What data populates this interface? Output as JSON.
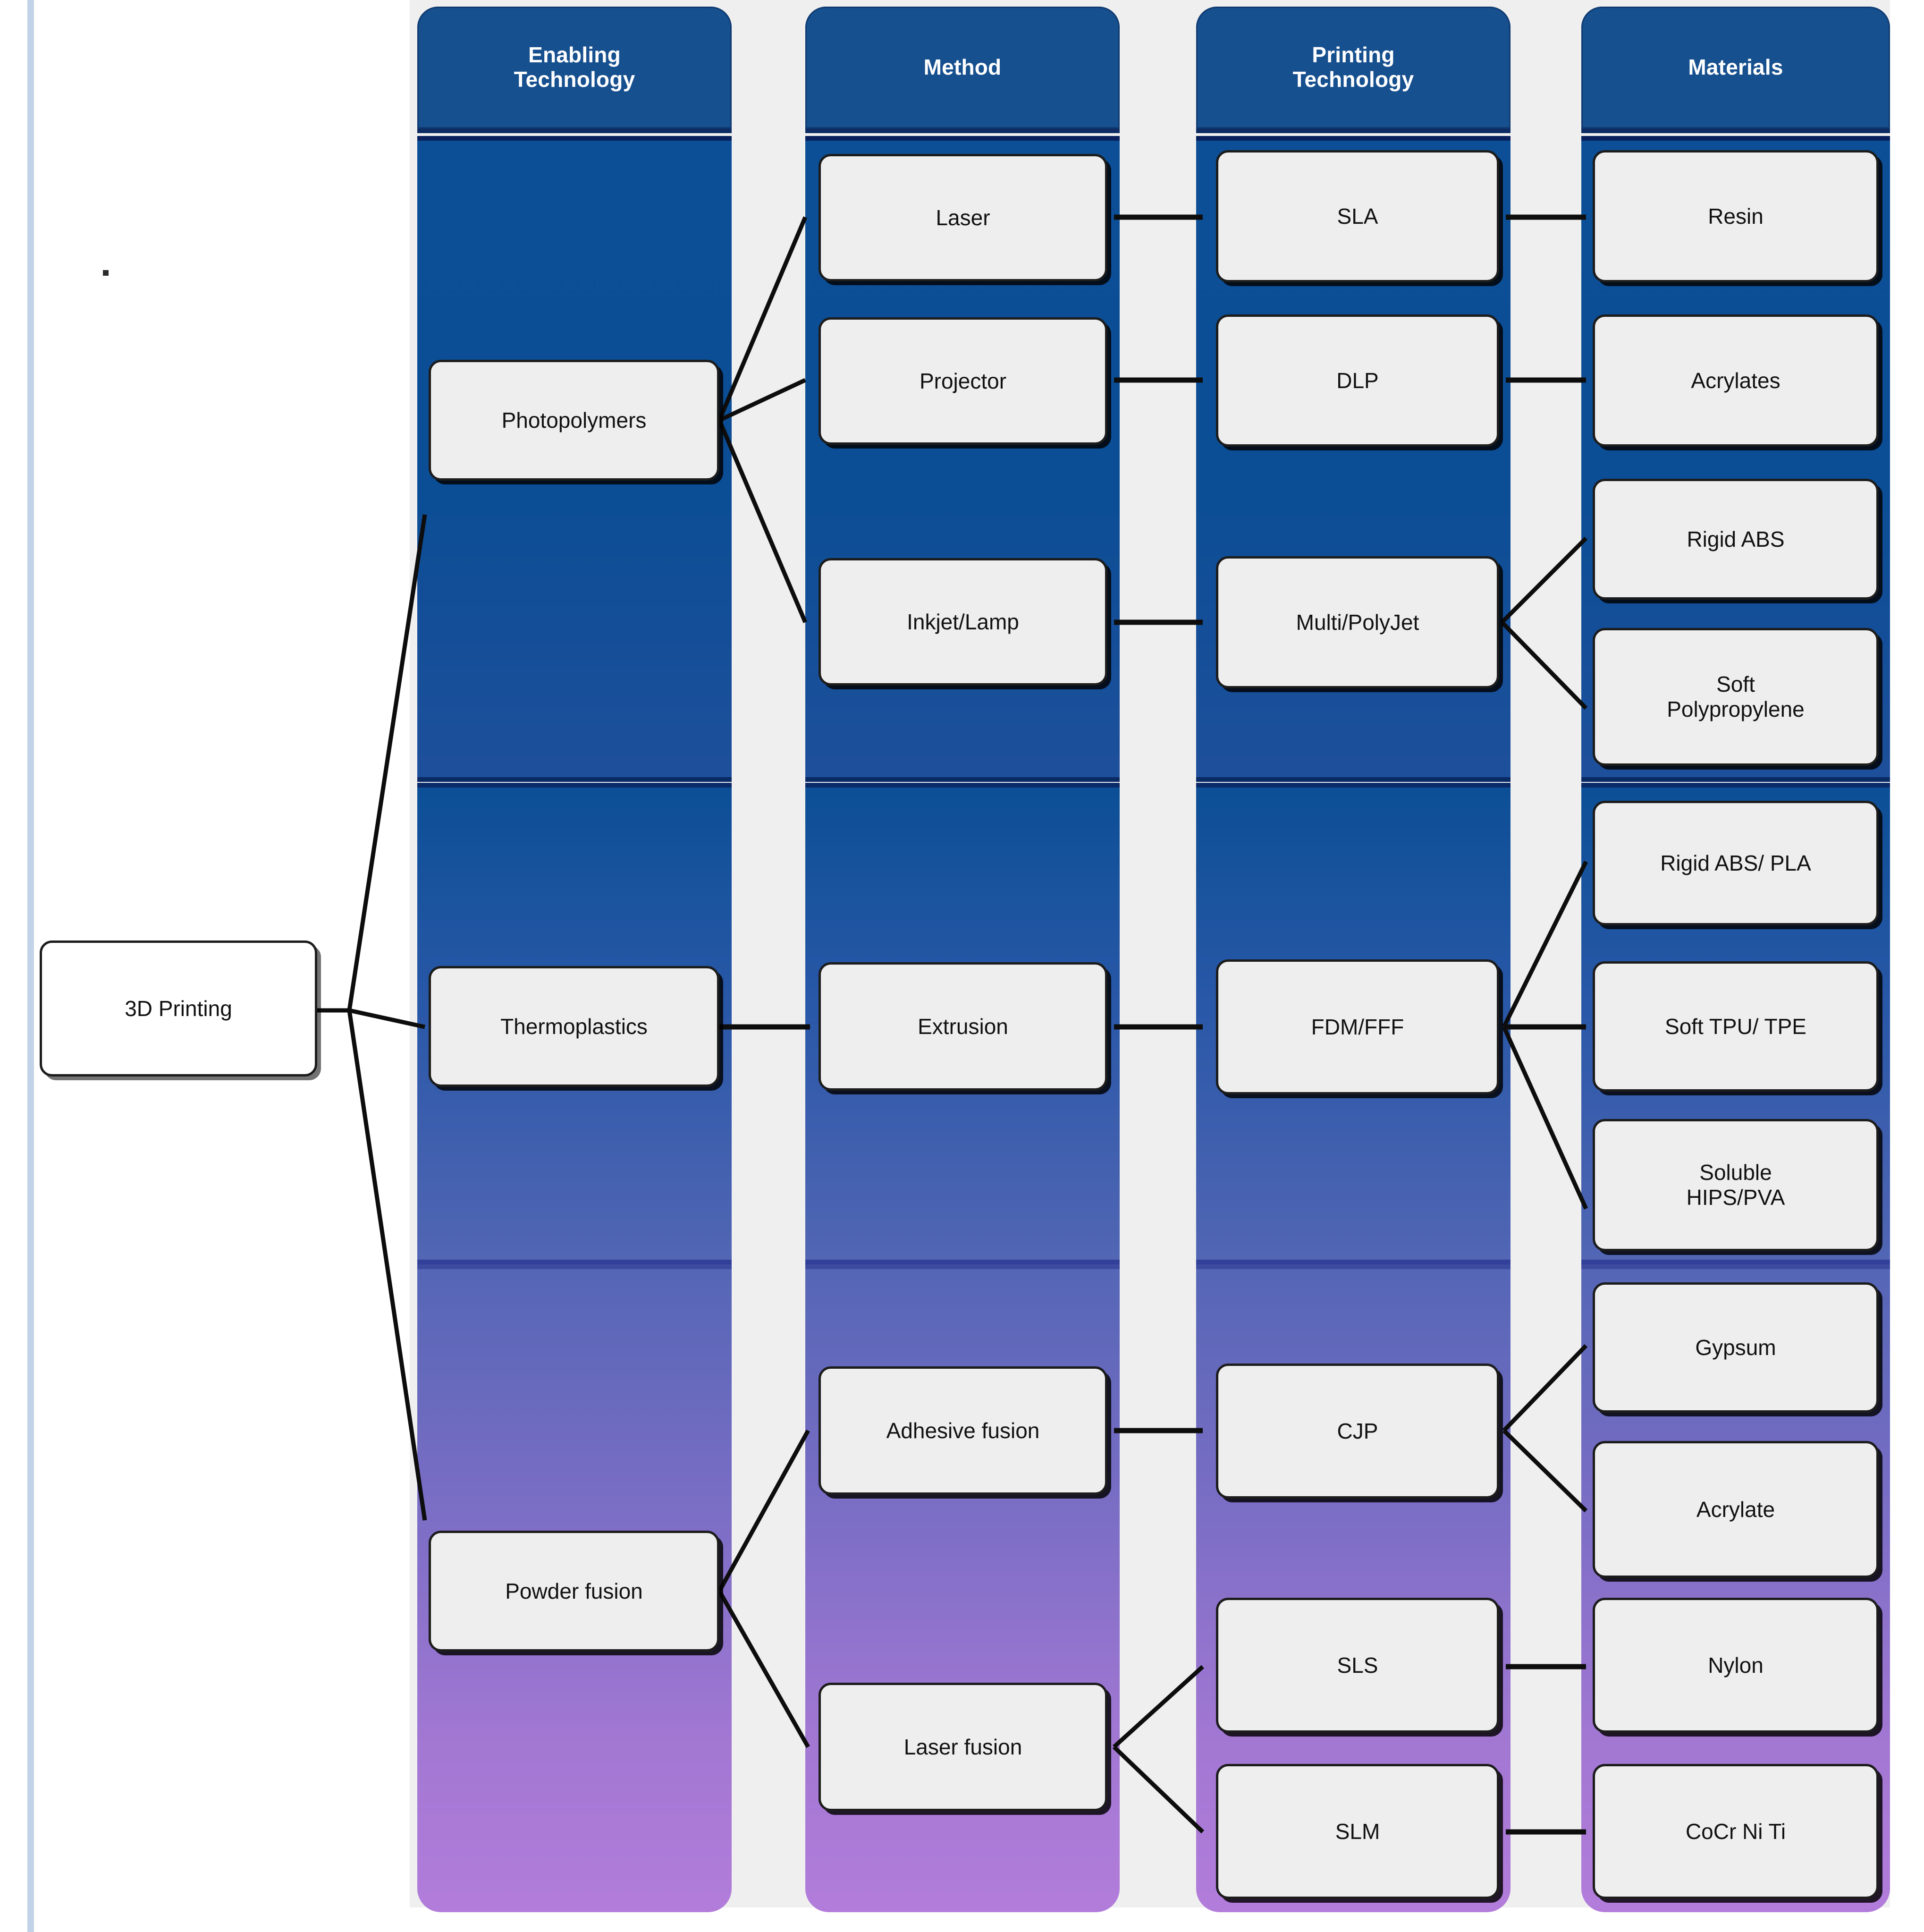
{
  "diagram": {
    "title_node": "3D Printing",
    "columns": [
      {
        "id": "enabling-technology",
        "header": "Enabling\nTechnology"
      },
      {
        "id": "method",
        "header": "Method"
      },
      {
        "id": "printing-technology",
        "header": "Printing\nTechnology"
      },
      {
        "id": "materials",
        "header": "Materials"
      }
    ],
    "sections": [
      {
        "id": "photopolymers",
        "enabling_technology": "Photopolymers",
        "methods": [
          "Laser",
          "Projector",
          "Inkjet/Lamp"
        ],
        "printing_technologies": [
          "SLA",
          "DLP",
          "Multi/PolyJet"
        ],
        "materials": [
          "Resin",
          "Acrylates",
          "Rigid ABS",
          "Soft\nPolypropylene"
        ]
      },
      {
        "id": "thermoplastics",
        "enabling_technology": "Thermoplastics",
        "methods": [
          "Extrusion"
        ],
        "printing_technologies": [
          "FDM/FFF"
        ],
        "materials": [
          "Rigid ABS/ PLA",
          "Soft TPU/ TPE",
          "Soluble\nHIPS/PVA"
        ]
      },
      {
        "id": "powder-fusion",
        "enabling_technology": "Powder fusion",
        "methods": [
          "Adhesive fusion",
          "Laser fusion"
        ],
        "printing_technologies": [
          "CJP",
          "SLS",
          "SLM"
        ],
        "materials": [
          "Gypsum",
          "Acrylate",
          "Nylon",
          "CoCr Ni Ti"
        ]
      }
    ],
    "nodes": {
      "root": "3D Printing",
      "photopolymers": "Photopolymers",
      "laser": "Laser",
      "projector": "Projector",
      "inkjet_lamp": "Inkjet/Lamp",
      "sla": "SLA",
      "dlp": "DLP",
      "multi_polyjet": "Multi/PolyJet",
      "resin": "Resin",
      "acrylates": "Acrylates",
      "rigid_abs": "Rigid ABS",
      "soft_polypropylene": "Soft\nPolypropylene",
      "thermoplastics": "Thermoplastics",
      "extrusion": "Extrusion",
      "fdm_fff": "FDM/FFF",
      "rigid_abs_pla": "Rigid ABS/ PLA",
      "soft_tpu_tpe": "Soft TPU/ TPE",
      "soluble_hips_pva": "Soluble\nHIPS/PVA",
      "powder_fusion": "Powder fusion",
      "adhesive_fusion": "Adhesive fusion",
      "laser_fusion": "Laser fusion",
      "cjp": "CJP",
      "gypsum": "Gypsum",
      "acrylate": "Acrylate",
      "sls": "SLS",
      "slm": "SLM",
      "nylon": "Nylon",
      "cocr_ni_ti": "CoCr Ni Ti"
    },
    "colors": {
      "header_blue": "#17508f",
      "band_top_blue": "#0c4f96",
      "band_mid_indigo": "#5266b4",
      "band_bottom_purple": "#b27cda",
      "node_fill": "#eeeeee",
      "node_border": "#1c1c1c",
      "backing": "#efefef",
      "left_rule": "#c3d3e7"
    }
  }
}
